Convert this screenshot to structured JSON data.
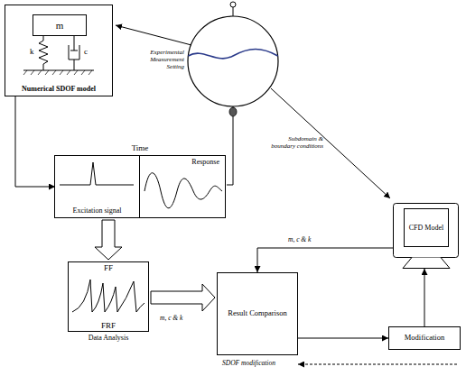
{
  "diagram": {
    "nodes": [
      {
        "text": [
          "Numerical SDOF model"
        ]
      },
      {
        "text": [
          "m"
        ],
        "in": 0
      },
      {
        "text": [
          "Time"
        ]
      },
      {
        "text": [
          "Excitation signal"
        ],
        "in": 2
      },
      {
        "text": [
          "Response"
        ],
        "in": 2
      },
      {
        "text": [
          "FF",
          "FRF",
          "Data Analysis"
        ]
      },
      {
        "text": [
          "Result Comparison"
        ]
      },
      {
        "text": [
          "CFD Model"
        ]
      },
      {
        "text": [
          "Modification"
        ]
      }
    ],
    "edges": [
      {
        "from": 0,
        "to": 3,
        "arrow": "to"
      },
      {
        "from": 2,
        "to": 5,
        "arrow": "to"
      },
      {
        "from": 5,
        "to": 6,
        "label": "m, c & k",
        "arrow": "to"
      },
      {
        "from": 7,
        "to": 6,
        "label": "m, c & k",
        "arrow": "to"
      },
      {
        "from": 6,
        "to": 8,
        "arrow": "to"
      },
      {
        "from": 8,
        "to": 7,
        "arrow": "to"
      }
    ],
    "labels": [
      "k",
      "c",
      "Experimental Measurement Setting",
      "Subdomain & boundary conditions",
      "SDOF modification"
    ]
  }
}
